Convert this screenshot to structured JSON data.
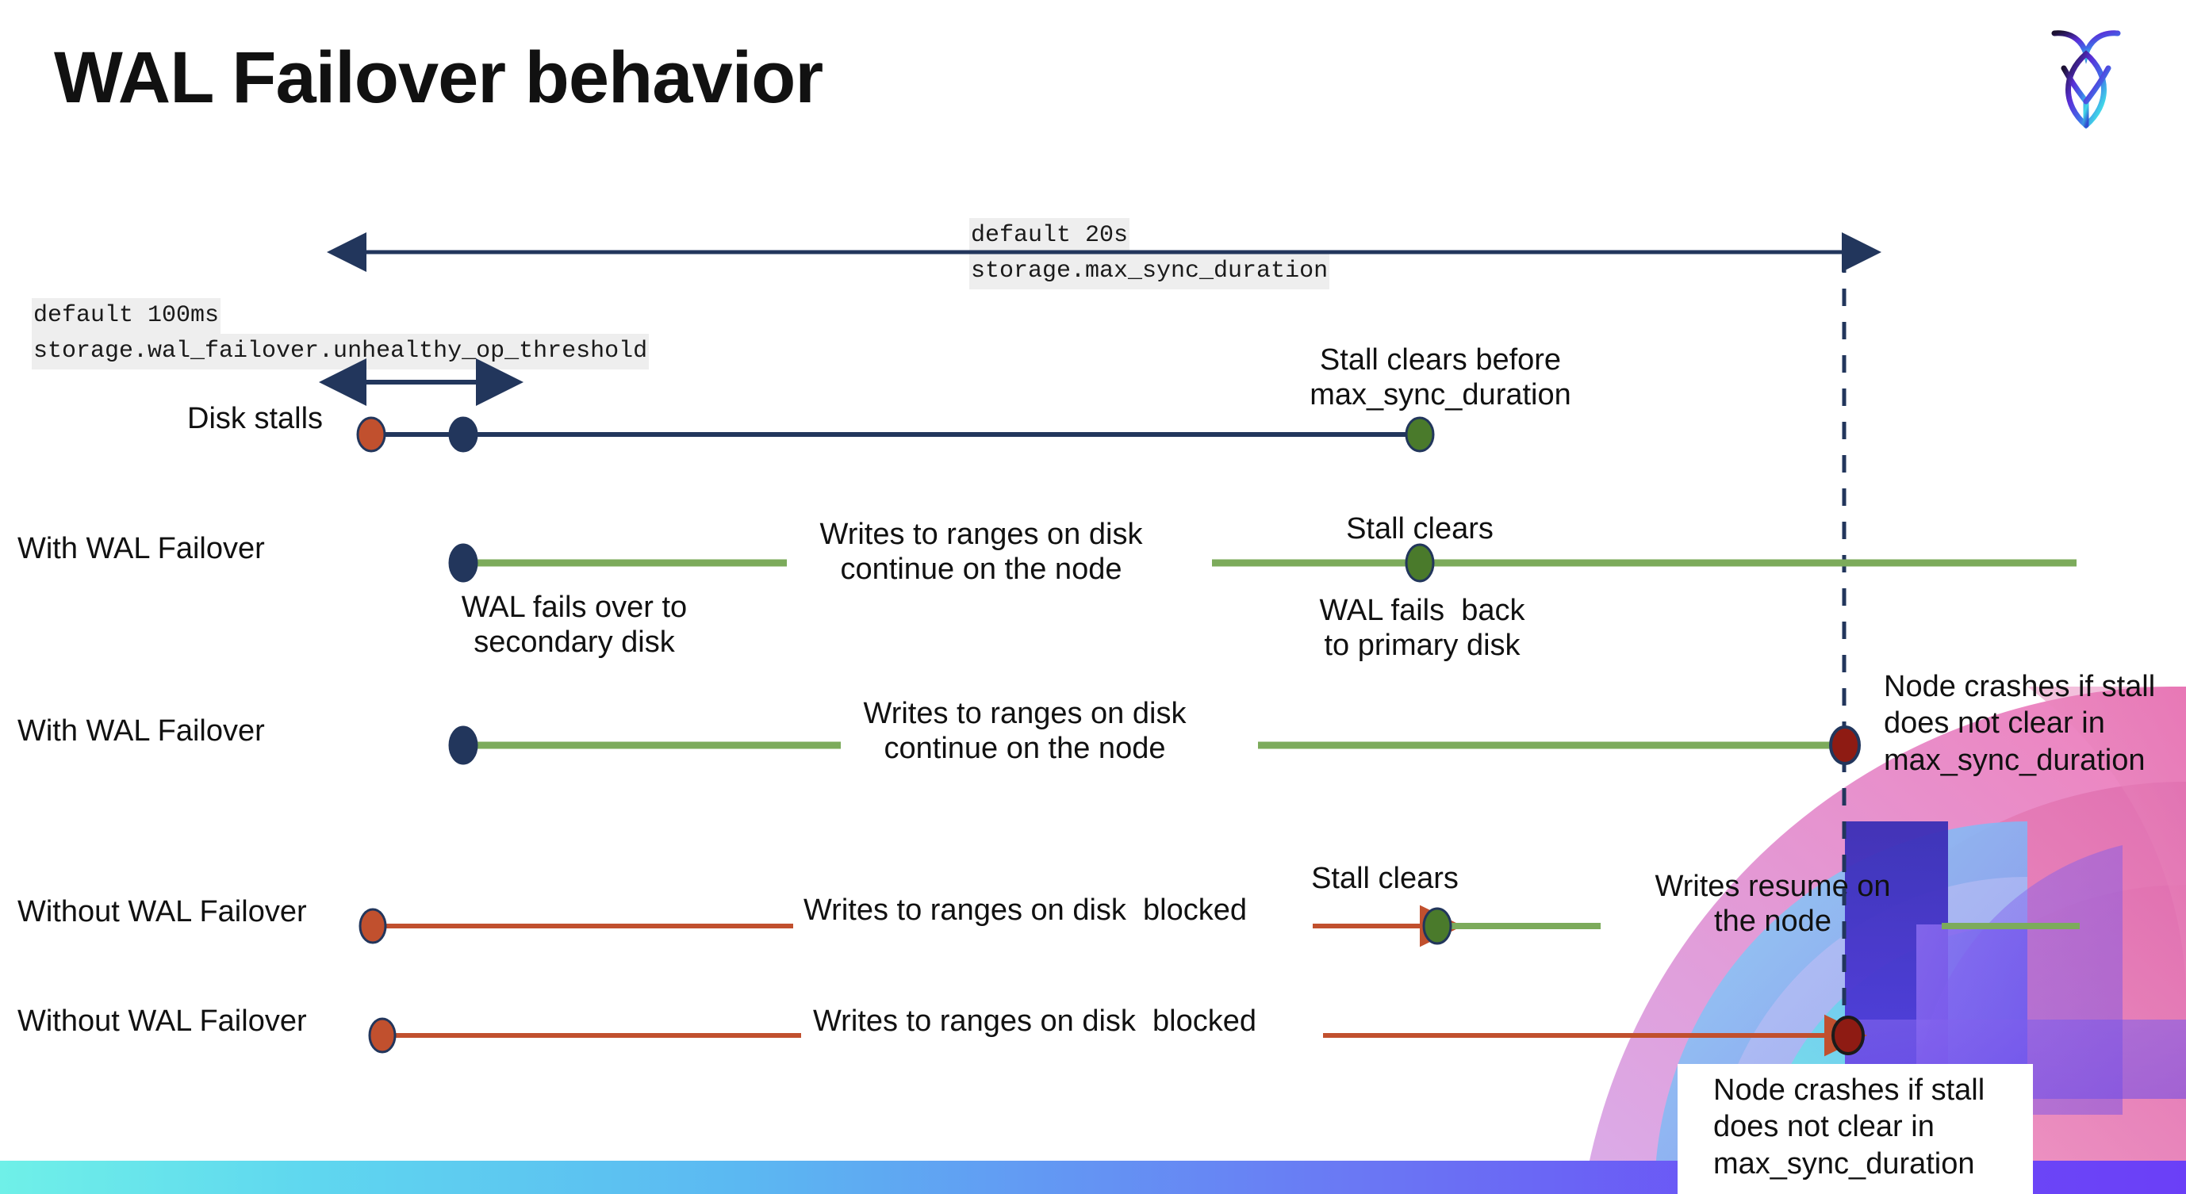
{
  "slide": {
    "title": "WAL Failover behavior",
    "logo_name": "cockroachdb-logo"
  },
  "settings": {
    "max_sync": {
      "default_line": "default 20s",
      "setting_line": "storage.max_sync_duration"
    },
    "unhealthy_op": {
      "default_line": "default 100ms",
      "setting_line": "storage.wal_failover.unhealthy_op_threshold"
    }
  },
  "rows": [
    {
      "label": "Disk stalls",
      "note_right": "Stall clears before\nmax_sync_duration"
    },
    {
      "label": "With WAL Failover",
      "note_below_start": "WAL fails over to\nsecondary disk",
      "note_middle": "Writes to ranges on disk\ncontinue on the node",
      "note_above_clear": "Stall clears",
      "note_below_clear": "WAL fails  back\nto primary disk"
    },
    {
      "label": "With WAL Failover",
      "note_middle": "Writes to ranges on disk\ncontinue on the node",
      "note_right": "Node crashes if stall\ndoes not clear in\nmax_sync_duration"
    },
    {
      "label": "Without WAL Failover",
      "note_middle": "Writes to ranges on disk  blocked",
      "note_above_clear": "Stall clears",
      "note_right": "Writes resume on\nthe node"
    },
    {
      "label": "Without WAL Failover",
      "note_middle": "Writes to ranges on disk  blocked",
      "note_right": "Node crashes if stall\ndoes not clear in\nmax_sync_duration"
    }
  ],
  "colors": {
    "navy": "#22365c",
    "orange": "#c1502e",
    "green_dot": "#4a7a2b",
    "green_line": "#7cab5b",
    "dark_red": "#8e1b13",
    "text": "#111111",
    "code_bg": "#eeeeee",
    "bar_gradient_start": "#6ff0e8",
    "bar_gradient_end": "#6b3ff7"
  }
}
